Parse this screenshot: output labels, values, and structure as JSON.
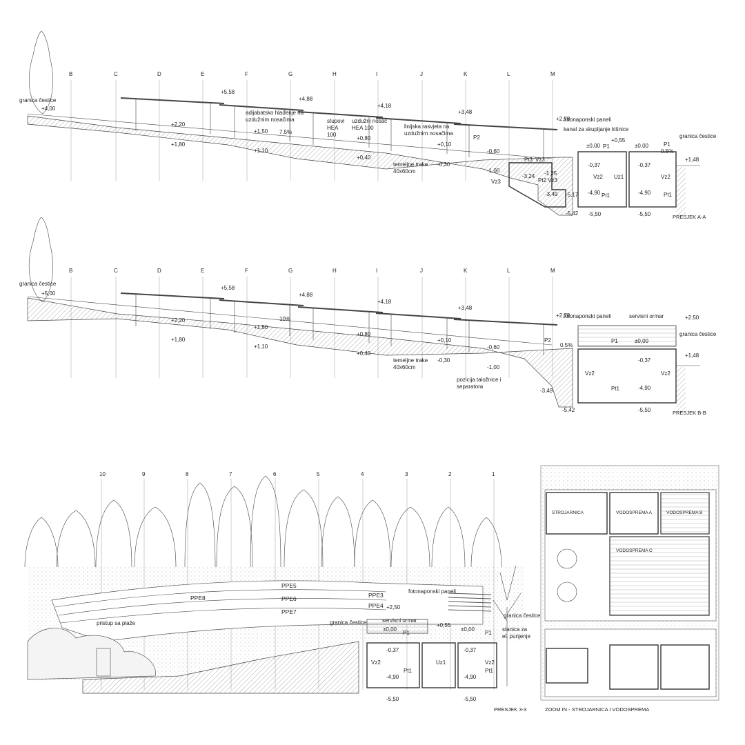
{
  "section_aa": {
    "title": "PRESJEK A-A",
    "grid_labels": [
      "B",
      "C",
      "D",
      "E",
      "F",
      "G",
      "H",
      "I",
      "J",
      "K",
      "L",
      "M"
    ],
    "parcel_left": "granica čestice",
    "parcel_right": "granica čestice",
    "lv_left": "+4,00",
    "lv_f1": "+5,58",
    "lv_f2": "+4,88",
    "lv_f3": "+4,18",
    "lv_f4": "+3,48",
    "lv_f5": "+2,78",
    "lv_220": "+2,20",
    "lv_180": "+1,80",
    "lv_150": "+1,50",
    "lv_110": "+1,10",
    "lv_080": "+0,80",
    "lv_040": "+0,40",
    "lv_010": "+0,10",
    "lv_m030": "-0,30",
    "lv_m060": "-0,60",
    "lv_m100": "-1,00",
    "lv_m125": "-1,25",
    "lv_m324": "-3,24",
    "lv_m349": "-3,49",
    "lv_m517": "-5,17",
    "lv_m542": "-5,42",
    "lv_m550a": "-5,50",
    "lv_m550b": "-5,50",
    "lv_000a": "±0,00",
    "lv_055": "+0,55",
    "lv_000b": "±0,00",
    "lv_m037a": "-0,37",
    "lv_m037b": "-0,37",
    "lv_m490a": "-4,90",
    "lv_m490b": "-4,90",
    "lv_148": "+1,48",
    "note_cooling": "adijabatsko hlađenje na uzdužnim nosačima",
    "note_columns": "stupovi HEA 100",
    "note_beam": "uzdužni nosač HEA 100",
    "note_light": "linijska rasvjeta na uzdužnim nosačima",
    "note_pv": "fotonaponski paneli",
    "note_gutter": "kanal za skupljanje kišnice",
    "note_found": "temeljne trake 40x60cm",
    "slope": "7.5%",
    "slope_roof": "0.5%",
    "room_p1": "P1",
    "room_p2": "P2",
    "room_pt3": "Pt3",
    "room_vz3a": "Vz3",
    "room_vz3b": "Vz3",
    "room_pt2vz3": "Pt2 Vz3",
    "room_vz2a": "Vz2",
    "room_uz1": "Uz1",
    "room_vz2b": "Vz2",
    "room_pt1a": "Pt1",
    "room_pt1b": "Pt1"
  },
  "section_bb": {
    "title": "PRESJEK B-B",
    "grid_labels": [
      "B",
      "C",
      "D",
      "E",
      "F",
      "G",
      "H",
      "I",
      "J",
      "K",
      "L",
      "M"
    ],
    "parcel_left": "granica čestice",
    "parcel_right": "granica čestice",
    "lv_left": "+5,00",
    "lv_f1": "+5,58",
    "lv_f2": "+4,88",
    "lv_f3": "+4,18",
    "lv_f4": "+3,48",
    "lv_f5": "+2,78",
    "lv_220": "+2,20",
    "lv_180": "+1,80",
    "lv_150": "+1,50",
    "lv_110": "+1,10",
    "lv_080": "+0,80",
    "lv_040": "+0,40",
    "lv_010": "+0,10",
    "lv_m030": "-0,30",
    "lv_m060": "-0,60",
    "lv_m100": "-1,00",
    "lv_m349": "-3,49",
    "lv_m542": "-5,42",
    "lv_m550": "-5,50",
    "lv_000": "±0,00",
    "lv_m037": "-0,37",
    "lv_m490": "-4,90",
    "lv_250": "+2.50",
    "lv_148": "+1,48",
    "slope": "10%",
    "slope_roof": "0.5%",
    "note_pv": "fotonaponski paneli",
    "note_cabinet": "servisni ormar",
    "note_found": "temeljne trake 40x60cm",
    "note_separator": "pozicija taložnice i separatora",
    "room_p1": "P1",
    "room_p2": "P2",
    "room_vz2a": "Vz2",
    "room_vz2b": "Vz2",
    "room_pt1": "Pt1"
  },
  "section_33": {
    "title": "PRESJEK 3-3",
    "grid_labels": [
      "10",
      "9",
      "8",
      "7",
      "6",
      "5",
      "4",
      "3",
      "2",
      "1"
    ],
    "ppe": [
      "PPE5",
      "PPE6",
      "PPE7",
      "PPE8",
      "PPE3",
      "PPE4"
    ],
    "note_pv": "fotonaponski paneli",
    "note_cabinet": "servisni ormar",
    "note_parcel_mid": "granica čestice",
    "note_parcel_right": "granica čestice",
    "note_beach": "pristup sa plaže",
    "note_charging": "stanica za el. punjenje",
    "lv_250": "+2,50",
    "lv_000a": "±0,00",
    "lv_055": "+0,55",
    "lv_000b": "±0,00",
    "lv_m037a": "-0,37",
    "lv_m037b": "-0,37",
    "lv_m490a": "-4,90",
    "lv_m490b": "-4,90",
    "lv_m550a": "-5,50",
    "lv_m550b": "-5,50",
    "room_p1a": "P1",
    "room_p1b": "P1",
    "room_vz2a": "Vz2",
    "room_uz1": "Uz1",
    "room_vz2b": "Vz2",
    "room_pt1a": "Pt1",
    "room_pt1b": "Pt1"
  },
  "zoom": {
    "title": "ZOOM IN - STROJARNICA I VODOSPREMA",
    "tag_strojarnica": "STROJARNICA",
    "tag_vodosprema_a": "VODOSPREMA A",
    "tag_vodosprema_b": "VODOSPREMA B",
    "tag_vodosprema_c": "VODOSPREMA C"
  }
}
